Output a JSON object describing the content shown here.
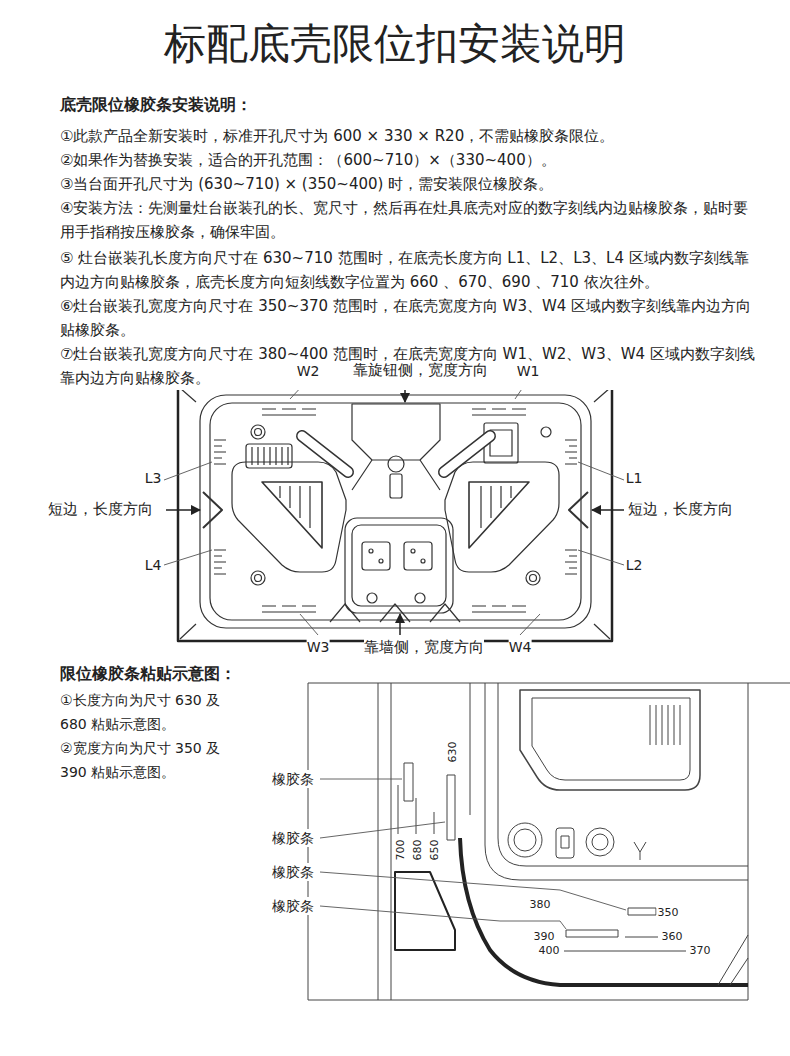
{
  "diagram": {
    "title": "标配底壳限位扣安装说明",
    "labels": [
      "底壳限位橡胶条安装说明：",
      "①此款产品全新安装时，标准开孔尺寸为 600 × 330 × R20，不需贴橡胶条限位。",
      "②如果作为替换安装，适合的开孔范围：（600~710）×（330~400）。",
      "③当台面开孔尺寸为 (630~710) × (350~400) 时，需安装限位橡胶条。",
      "④安装方法：先测量灶台嵌装孔的长、宽尺寸，然后再在灶具底壳对应的数字刻线内边贴橡胶条，贴时要用手指稍按压橡胶条，确保牢固。",
      "⑤ 灶台嵌装孔长度方向尺寸在 630~710 范围时，在底壳长度方向 L1、L2、L3、L4 区域内数字刻线靠内边方向贴橡胶条，底壳长度方向短刻线数字位置为 660 、670、690 、710 依次往外。",
      "⑥灶台嵌装孔宽度方向尺寸在 350~370 范围时，在底壳宽度方向 W3、W4 区域内数字刻线靠内边方向贴橡胶条。",
      "⑦灶台嵌装孔宽度方向尺寸在 380~400 范围时，在底壳宽度方向 W1、W2、W3、W4 区域内数字刻线靠内边方向贴橡胶条。",
      "W2",
      "靠旋钮侧，宽度方向",
      "W1",
      "L3",
      "L1",
      "短边，长度方向",
      "短边，长度方向",
      "L4",
      "L2",
      "W3",
      "靠墙侧，宽度方向",
      "W4",
      "限位橡胶条粘贴示意图：",
      "①长度方向为尺寸 630 及 680 粘贴示意图。",
      "②宽度方向为尺寸 350 及 390 粘贴示意图。",
      "橡胶条",
      "橡胶条",
      "橡胶条",
      "橡胶条",
      "630",
      "700",
      "680",
      "650",
      "380",
      "350",
      "390",
      "360",
      "400",
      "370"
    ]
  }
}
